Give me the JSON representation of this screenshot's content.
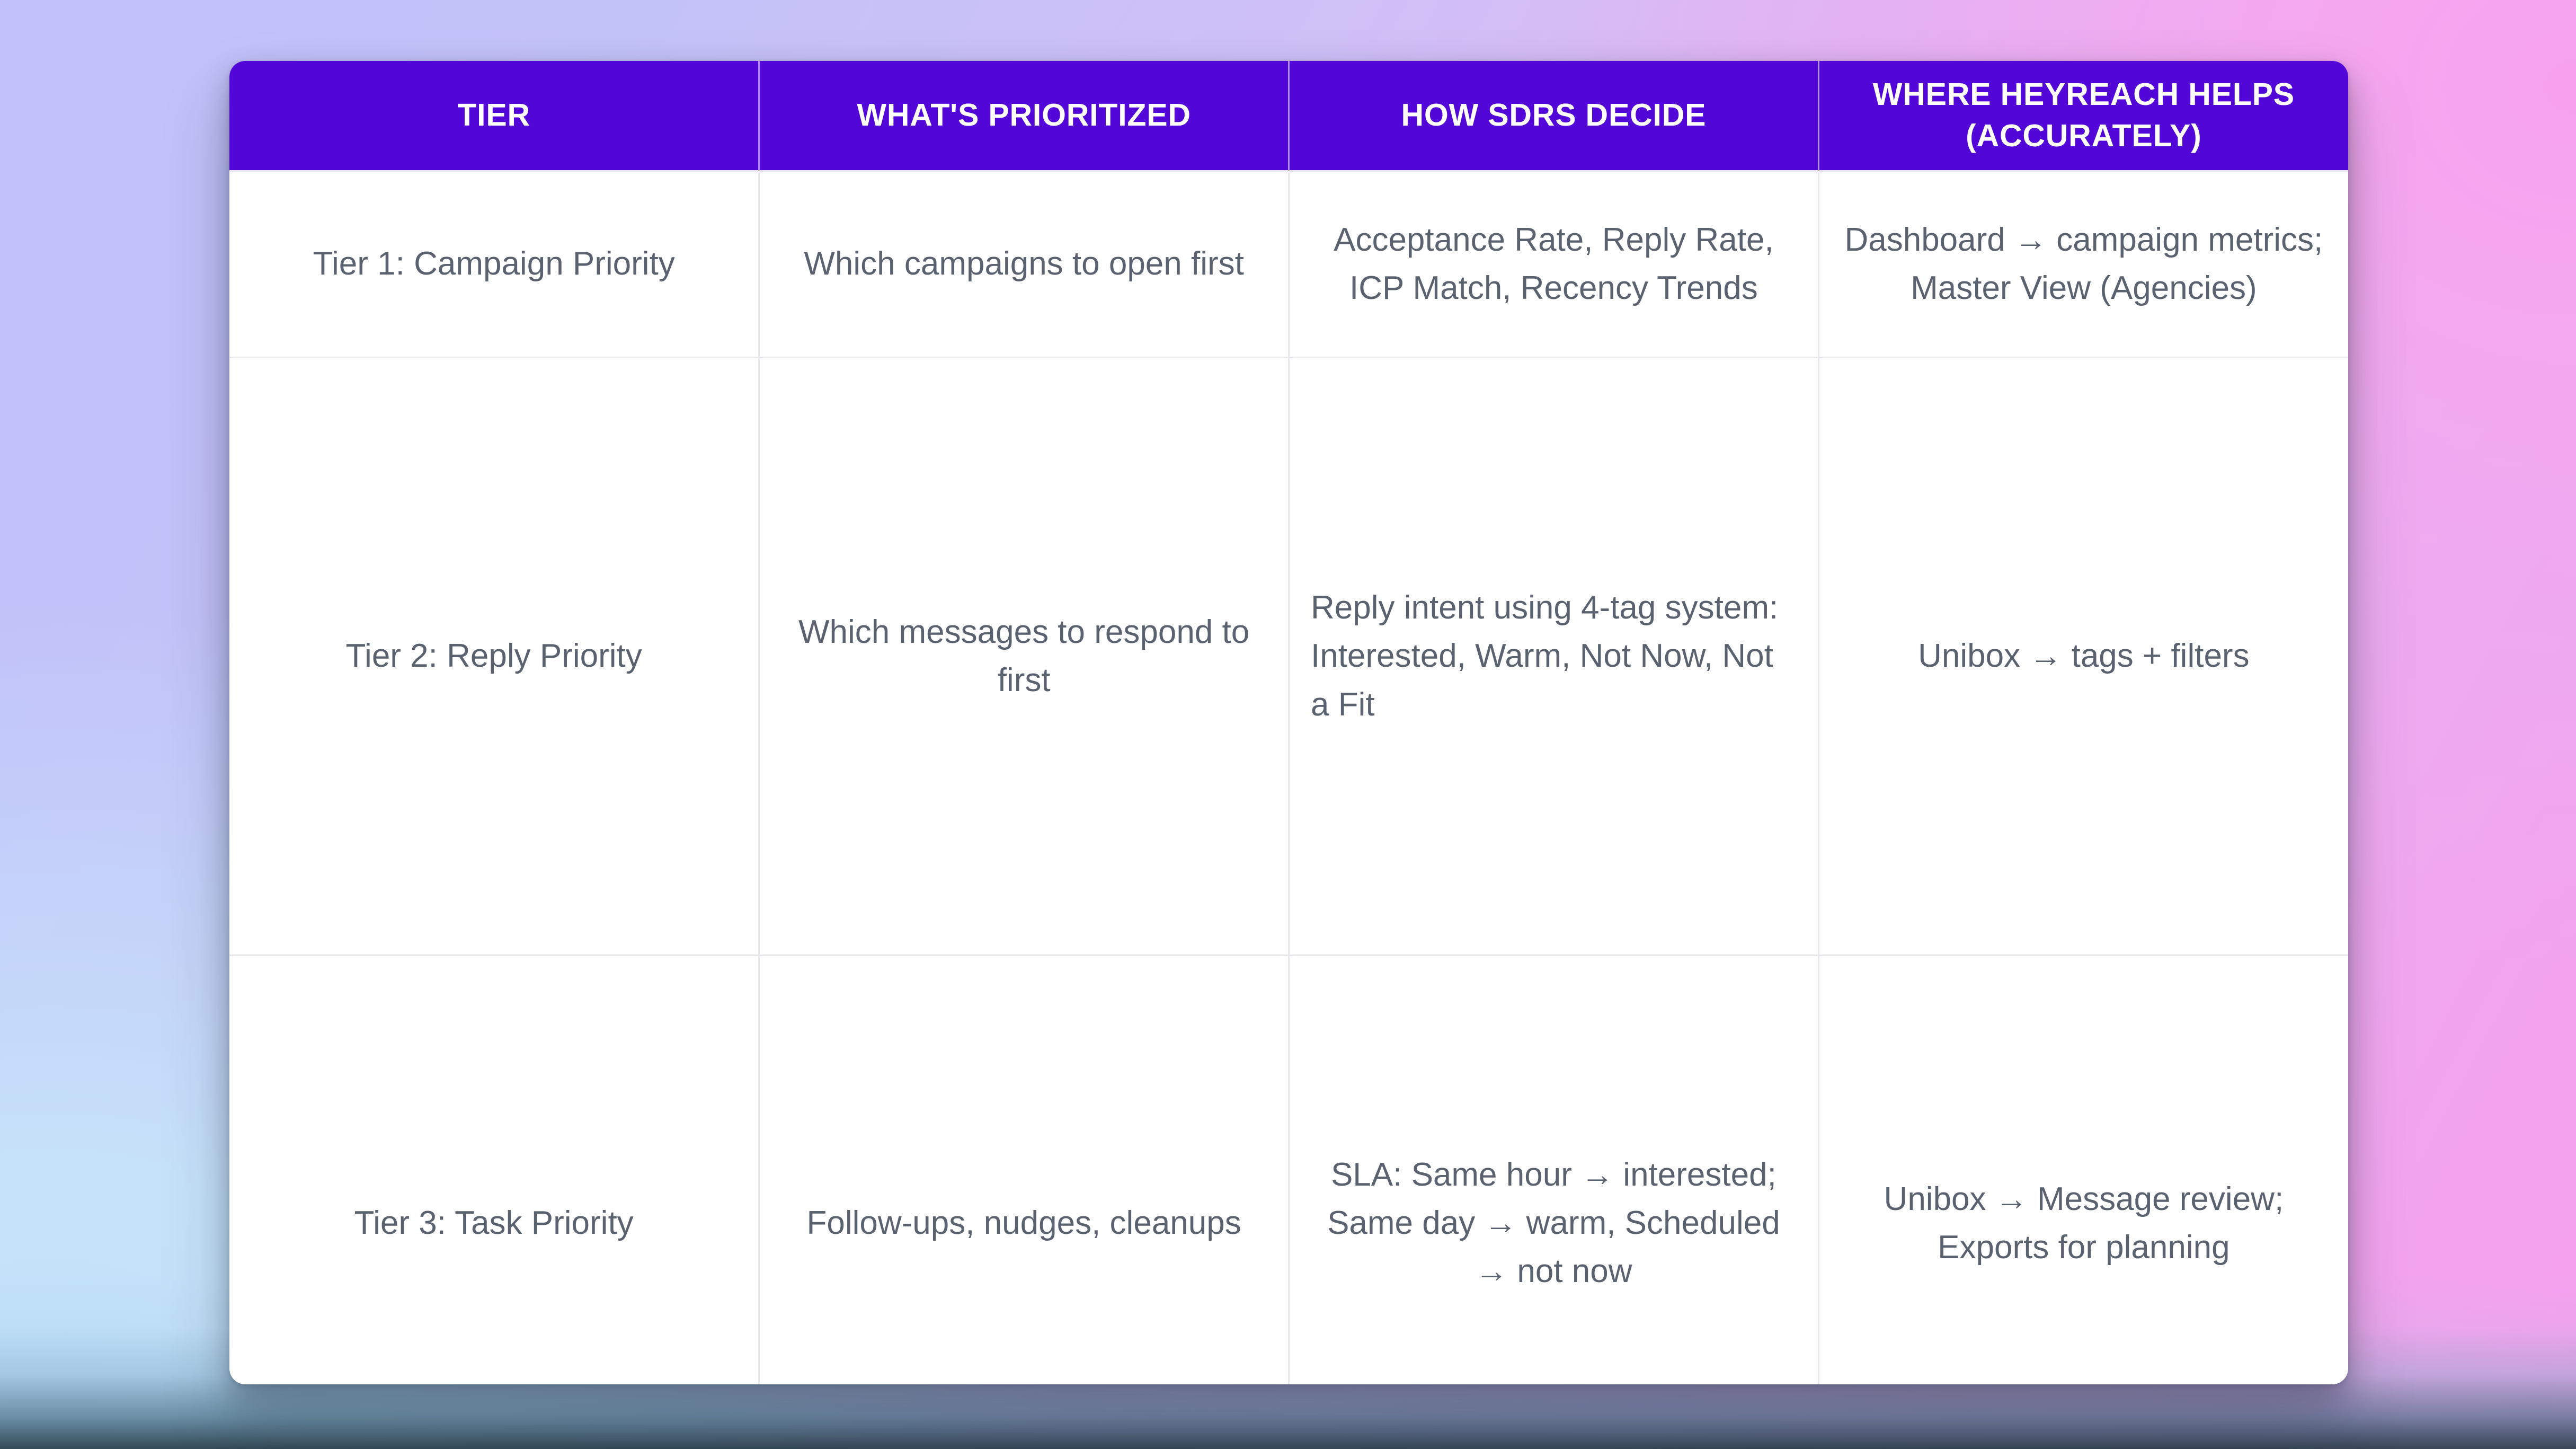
{
  "theme": {
    "header_bg": "#5206d8",
    "header_text": "#ffffff",
    "body_text": "#5a6270",
    "card_bg": "#ffffff",
    "grid_line": "#e8e8ec",
    "bg_top_left": "#c1c0fa",
    "bg_top_right": "#f7a0ee",
    "bg_bottom_left": "#c6e2fa",
    "bg_bottom_band": "#283e4a"
  },
  "table": {
    "columns": [
      {
        "label": "TIER"
      },
      {
        "label": "WHAT'S PRIORITIZED"
      },
      {
        "label": "HOW SDRS DECIDE"
      },
      {
        "label": "WHERE HEYREACH HELPS (ACCURATELY)"
      }
    ],
    "rows": [
      {
        "tier": "Tier 1: Campaign Priority",
        "prioritized": "Which campaigns to open first",
        "decide": "Acceptance Rate, Reply Rate, ICP Match, Recency Trends",
        "heyreach": "Dashboard → campaign metrics; Master View (Agencies)"
      },
      {
        "tier": "Tier 2: Reply Priority",
        "prioritized": "Which messages to respond to first",
        "decide": "Reply intent using 4-tag system:\nInterested, Warm, Not Now, Not a Fit",
        "heyreach": "Unibox → tags + filters"
      },
      {
        "tier": "Tier 3: Task Priority",
        "prioritized": "Follow-ups, nudges, cleanups",
        "decide": "SLA: Same hour → interested; Same day → warm, Scheduled → not now",
        "heyreach": "Unibox → Message review; Exports for planning"
      }
    ]
  }
}
